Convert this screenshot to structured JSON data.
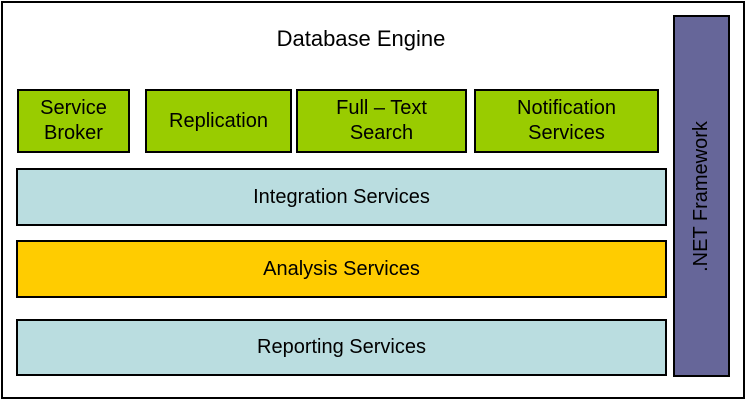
{
  "title": "Database Engine",
  "top_boxes": [
    {
      "line1": "Service",
      "line2": "Broker"
    },
    {
      "line1": "Replication"
    },
    {
      "line1": "Full – Text",
      "line2": "Search"
    },
    {
      "line1": "Notification",
      "line2": "Services"
    }
  ],
  "bars": [
    {
      "label": "Integration Services",
      "color": "#BADDE0"
    },
    {
      "label": "Analysis Services",
      "color": "#FFCC00"
    },
    {
      "label": "Reporting Services",
      "color": "#BADDE0"
    }
  ],
  "side_bar": {
    "label": ".NET Framework",
    "color": "#666699"
  },
  "colors": {
    "green": "#99CC00",
    "cyan": "#BADDE0",
    "yellow": "#FFCC00",
    "purple": "#666699",
    "border": "#000000",
    "text": "#000000",
    "background": "#FFFFFF"
  }
}
